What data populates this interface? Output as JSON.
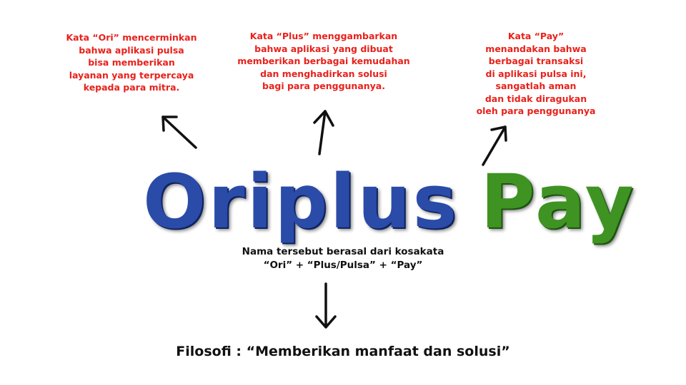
{
  "notes": {
    "ori": [
      "Kata “Ori” mencerminkan",
      "bahwa aplikasi pulsa",
      "bisa memberikan",
      "layanan yang terpercaya",
      "kepada para mitra."
    ],
    "plus": [
      "Kata “Plus” menggambarkan",
      "bahwa aplikasi yang dibuat",
      "memberikan berbagai kemudahan",
      "dan menghadirkan solusi",
      "bagi para penggunanya."
    ],
    "pay": [
      "Kata “Pay”",
      "menandakan bahwa",
      "berbagai transaksi",
      "di aplikasi pulsa ini,",
      "sangatlah aman",
      "dan tidak diragukan",
      "oleh para penggunanya"
    ]
  },
  "logo": {
    "word1": "Oriplus",
    "word2": "Pay"
  },
  "origin": [
    "Nama tersebut berasal dari kosakata",
    "“Ori” + “Plus/Pulsa” + “Pay”"
  ],
  "filosofi": "Filosofi : “Memberikan manfaat dan solusi”",
  "colors": {
    "note_text": "#e8211b",
    "logo_blue": "#2a4ba8",
    "logo_green": "#3f9322",
    "body_text": "#111111"
  }
}
